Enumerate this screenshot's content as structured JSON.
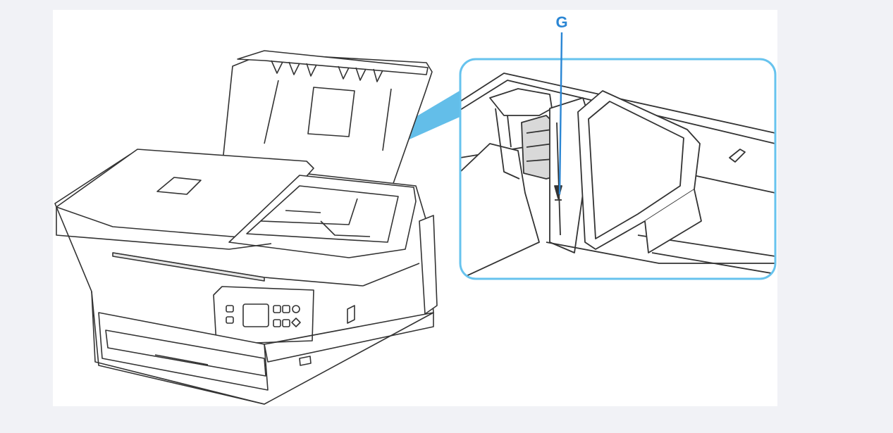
{
  "callout": {
    "label": "G",
    "label_color": "#2a86d4"
  },
  "colors": {
    "page_background": "#f1f2f6",
    "figure_background": "#ffffff",
    "outline": "#333333",
    "zoom_frame": "#67c3ee",
    "zoom_beam": "#2fa8e2"
  },
  "icons": {
    "printer": "inkjet-printer-with-adf-illustration",
    "zoom": "paper-guide-closeup-illustration"
  }
}
